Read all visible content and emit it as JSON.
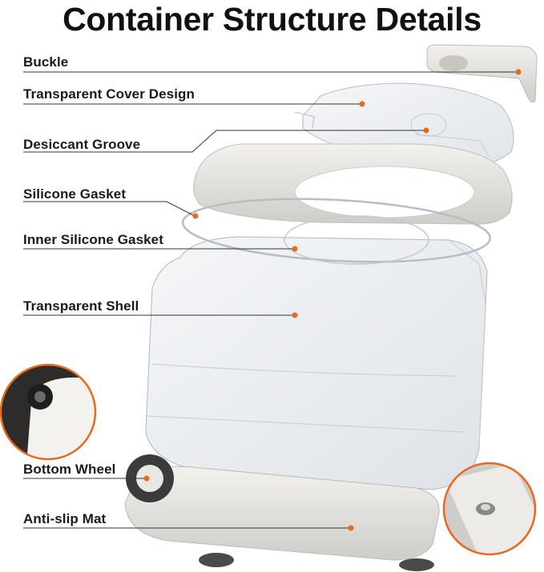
{
  "title": "Container Structure Details",
  "labels": [
    "Buckle",
    "Transparent Cover Design",
    "Desiccant Groove",
    "Silicone Gasket",
    "Inner Silicone Gasket",
    "Transparent Shell",
    "Bottom Wheel",
    "Anti-slip Mat"
  ],
  "colors": {
    "accent": "#E8691E",
    "text": "#1a1a1a"
  }
}
